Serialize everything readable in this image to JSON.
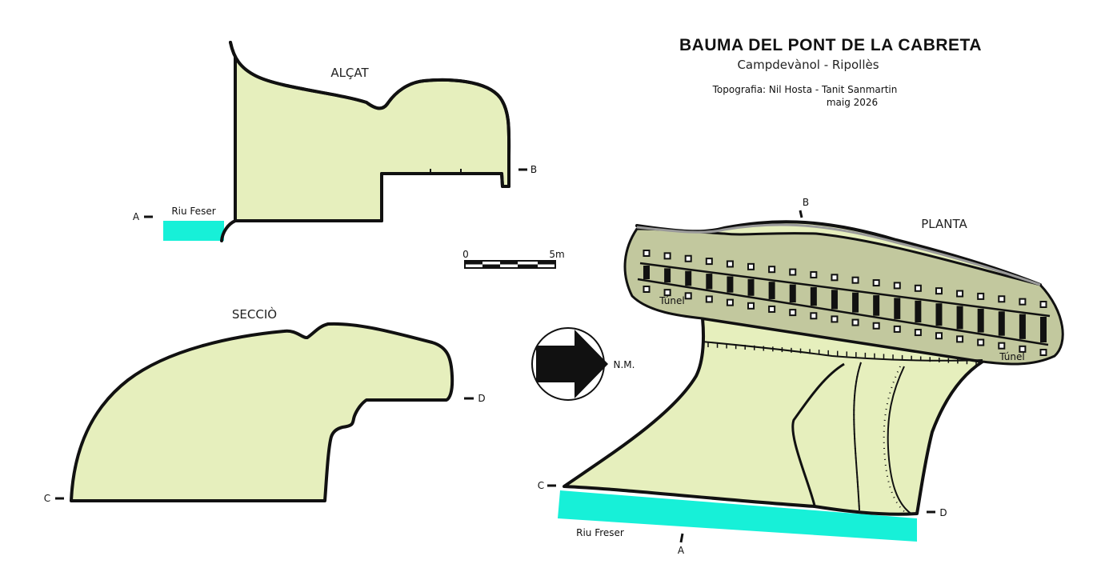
{
  "header": {
    "title": "BAUMA DEL PONT DE LA CABRETA",
    "location": "Campdevànol  -  Ripollès",
    "credits_line1": "Topografia: Nil Hosta - Tanit Sanmartin",
    "credits_line2": "maig 2026"
  },
  "views": {
    "elevation": "ALÇAT",
    "section": "SECCIÒ",
    "plan": "PLANTA"
  },
  "markers": {
    "a": "A",
    "b": "B",
    "c": "C",
    "d": "D"
  },
  "labels": {
    "river_elevation": "Riu Feser",
    "river_plan": "Riu Freser",
    "tunnel_left": "Túnel",
    "tunnel_right": "Túnel",
    "north": "N.M."
  },
  "scale": {
    "start": "0",
    "end": "5m"
  },
  "colors": {
    "cave_fill": "#e6efbd",
    "tunnel_fill": "#c2c89e",
    "river": "#17f0d8",
    "outline": "#111111"
  }
}
